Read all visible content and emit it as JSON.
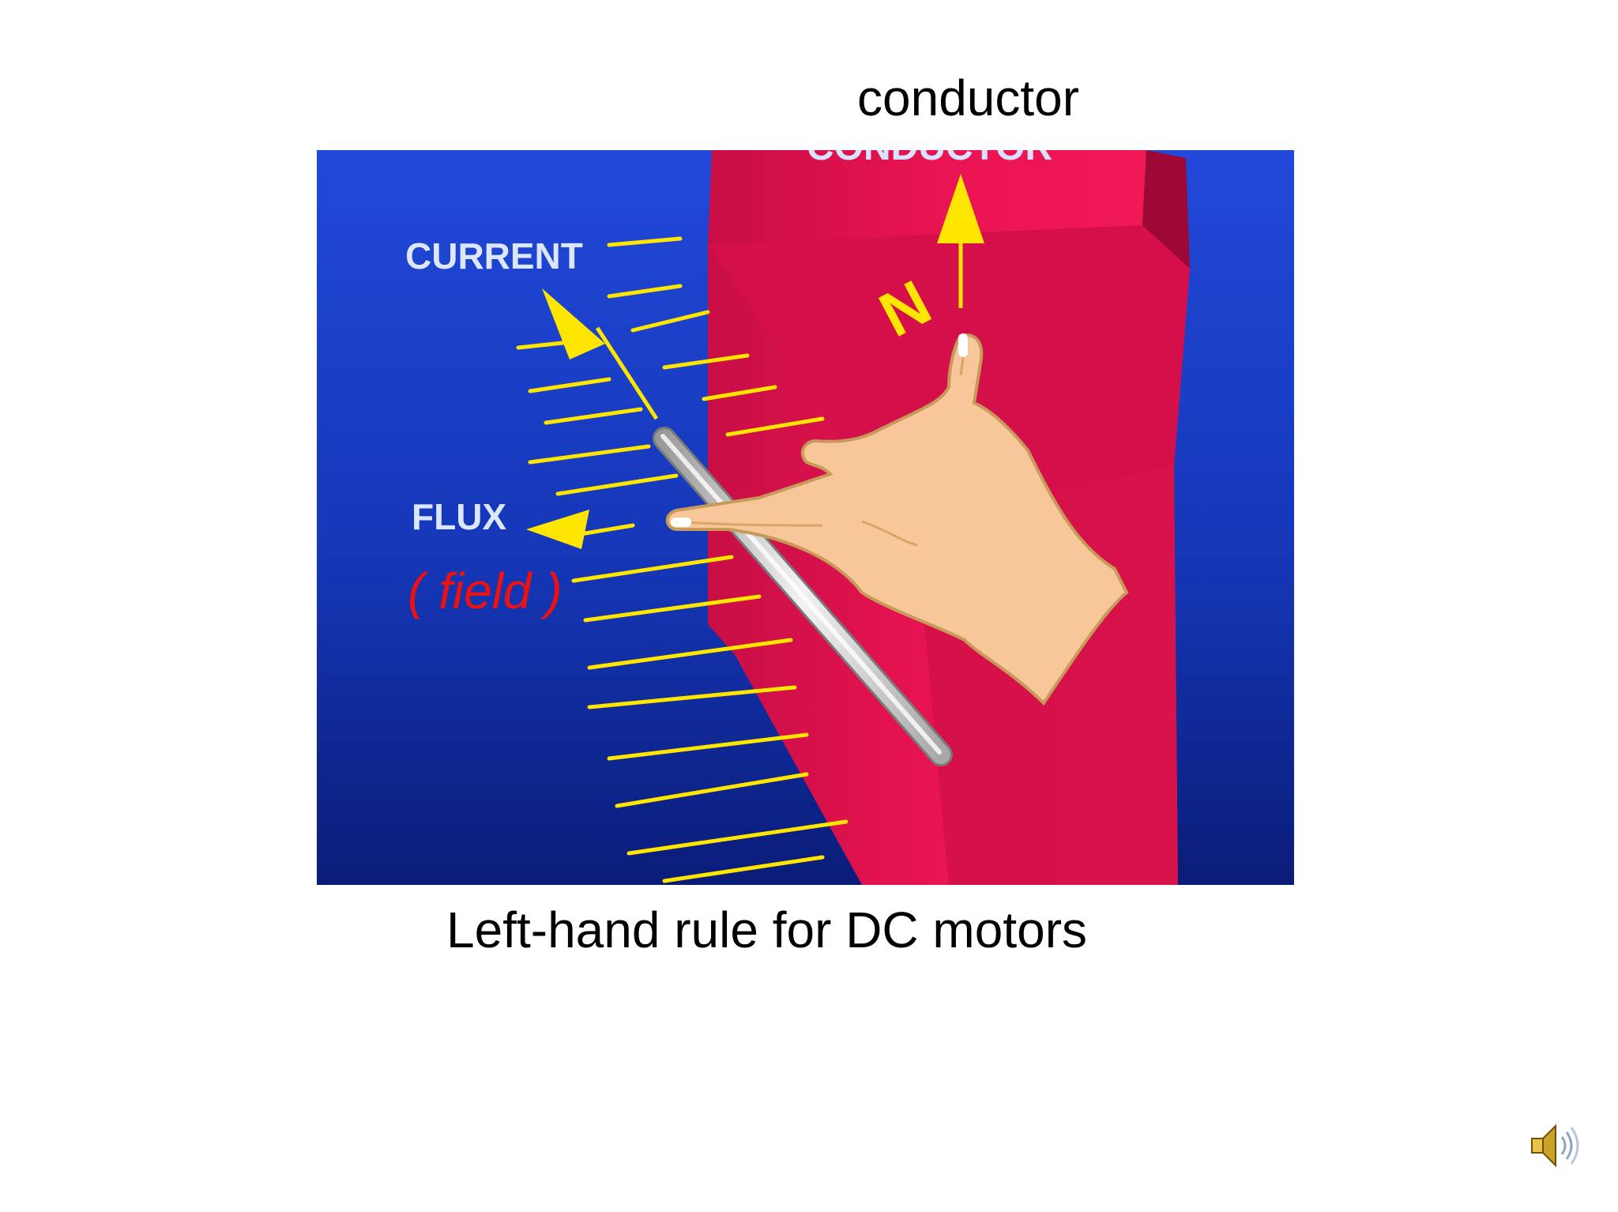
{
  "slide": {
    "top_label": "conductor",
    "caption": "Left-hand rule for DC motors"
  },
  "diagram": {
    "labels": {
      "conductor_caps": "CONDUCTOR",
      "current": "CURRENT",
      "flux": "FLUX",
      "field": "( field )",
      "north_pole": "N"
    },
    "colors": {
      "background_blue": "#1a3fd0",
      "background_dark_blue": "#0c1e7a",
      "magnet_red": "#e8124f",
      "magnet_dark_red": "#b80a3c",
      "arrow_yellow": "#ffee00",
      "field_label_red": "#ee1111",
      "hand_skin": "#f7c79a"
    },
    "icons": {
      "speaker": "speaker-icon"
    }
  }
}
